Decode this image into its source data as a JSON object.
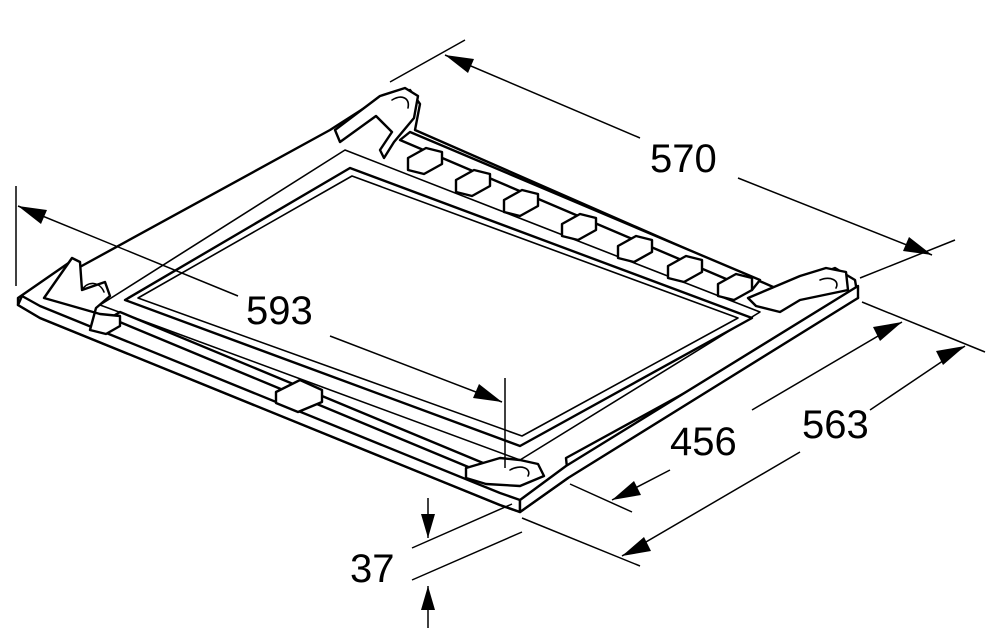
{
  "colors": {
    "line": "#000000",
    "background": "#ffffff"
  },
  "dimensions": {
    "depth_top": "570",
    "width": "593",
    "inner_depth": "456",
    "depth_total": "563",
    "height": "37"
  }
}
